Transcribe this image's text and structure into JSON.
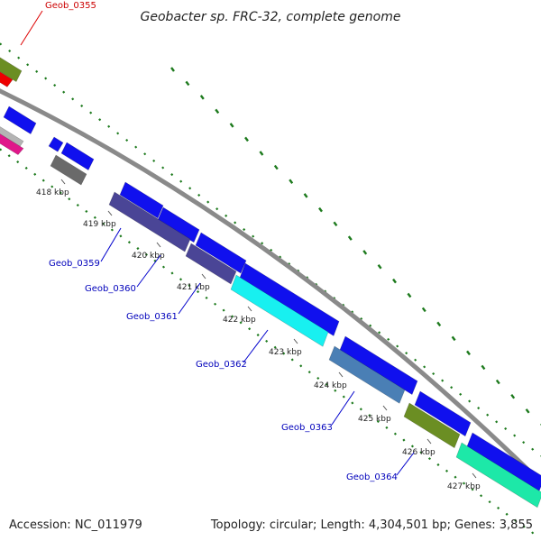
{
  "title": "Geobacter sp. FRC-32, complete genome",
  "footer": {
    "accession": "Accession: NC_011979",
    "summary": "Topology: circular; Length: 4,304,501 bp; Genes: 3,855"
  },
  "colors": {
    "backbone": "#8a8a8a",
    "dots": "#1d7a1d",
    "label_red": "#cc0000",
    "label_blue": "#0000bb",
    "leader_red": "#dd0000",
    "leader_blue": "#0000cc"
  },
  "ticks": [
    "418 kbp",
    "419 kbp",
    "420 kbp",
    "421 kbp",
    "422 kbp",
    "423 kbp",
    "424 kbp",
    "425 kbp",
    "426 kbp",
    "427 kbp"
  ],
  "gene_labels": [
    {
      "name": "Geob_0355",
      "color": "red"
    },
    {
      "name": "Geob_0359",
      "color": "blue"
    },
    {
      "name": "Geob_0360",
      "color": "blue"
    },
    {
      "name": "Geob_0361",
      "color": "blue"
    },
    {
      "name": "Geob_0362",
      "color": "blue"
    },
    {
      "name": "Geob_0363",
      "color": "blue"
    },
    {
      "name": "Geob_0364",
      "color": "blue"
    }
  ],
  "feature_colors": {
    "cds_strand": "#1010ee",
    "olive": "#6b8e23",
    "red": "#ee0000",
    "magenta": "#e0168a",
    "silver": "#b4b4b4",
    "gray": "#6a6a6a",
    "darkslate": "#4a4596",
    "cyan": "#18f0f0",
    "steel": "#4a7fb5",
    "aquamarine": "#1de8a8"
  }
}
